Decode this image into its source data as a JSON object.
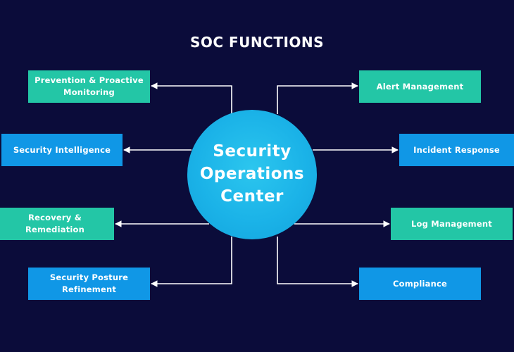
{
  "title": "SOC FUNCTIONS",
  "center": {
    "lines": [
      "Security",
      "Operations",
      "Center"
    ]
  },
  "left_functions": [
    {
      "label": "Prevention & Proactive Monitoring",
      "color": "teal"
    },
    {
      "label": "Security Intelligence",
      "color": "blue"
    },
    {
      "label": "Recovery & Remediation",
      "color": "teal"
    },
    {
      "label": "Security Posture Refinement",
      "color": "blue"
    }
  ],
  "right_functions": [
    {
      "label": "Alert Management",
      "color": "teal"
    },
    {
      "label": "Incident Response",
      "color": "blue"
    },
    {
      "label": "Log Management",
      "color": "teal"
    },
    {
      "label": "Compliance",
      "color": "blue"
    }
  ],
  "colors": {
    "background": "#0b0c3a",
    "teal": "#23c6a6",
    "blue": "#1097e6",
    "center": "#1bb3e8",
    "connector": "#ffffff"
  }
}
